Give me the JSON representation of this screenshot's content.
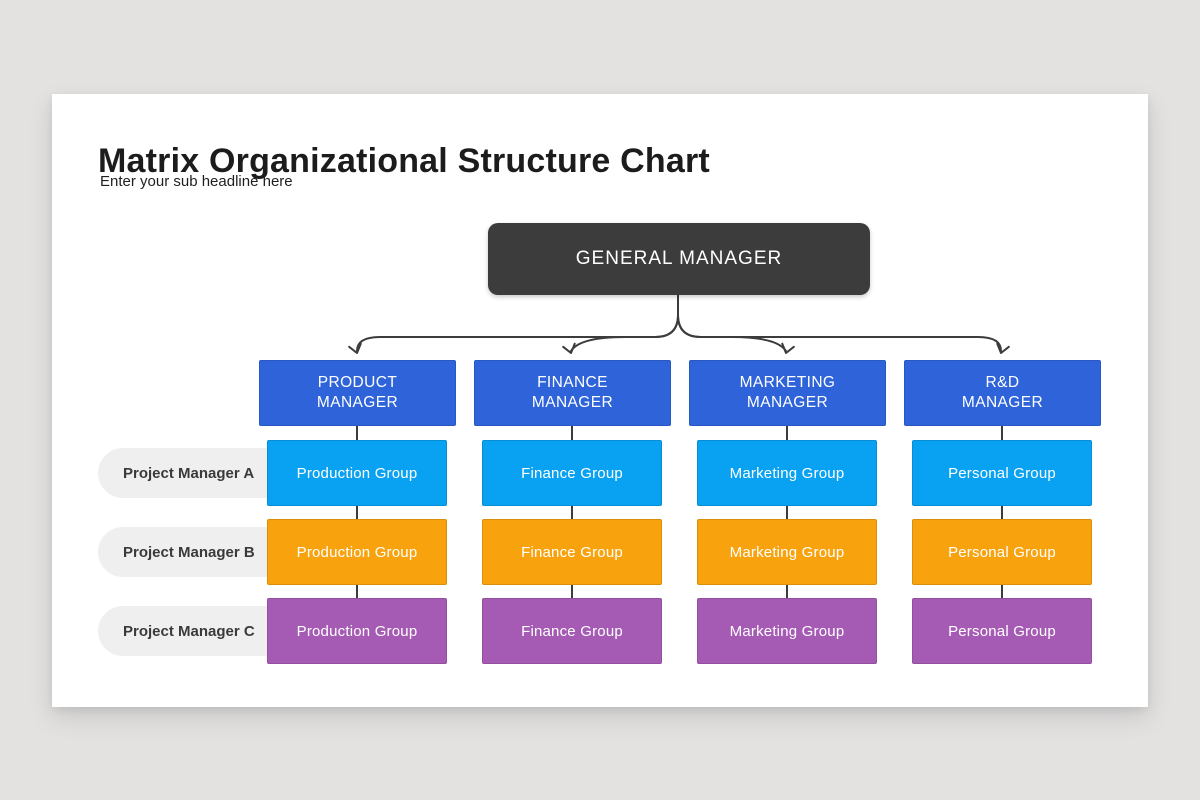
{
  "slide": {
    "title": "Matrix Organizational Structure Chart",
    "subtitle": "Enter your sub headline here"
  },
  "org_chart": {
    "root": {
      "label": "GENERAL MANAGER"
    },
    "row_labels": [
      "Project Manager A",
      "Project Manager B",
      "Project Manager C"
    ],
    "columns": [
      {
        "manager": "PRODUCT\nMANAGER",
        "groups": [
          "Production Group",
          "Production Group",
          "Production Group"
        ]
      },
      {
        "manager": "FINANCE\nMANAGER",
        "groups": [
          "Finance Group",
          "Finance Group",
          "Finance Group"
        ]
      },
      {
        "manager": "MARKETING\nMANAGER",
        "groups": [
          "Marketing Group",
          "Marketing Group",
          "Marketing Group"
        ]
      },
      {
        "manager": "R&D\nMANAGER",
        "groups": [
          "Personal Group",
          "Personal Group",
          "Personal Group"
        ]
      }
    ],
    "colors": {
      "root_bg": "#3d3c3c",
      "manager_bg": "#2e63da",
      "project_row_a_bg": "#09a1f2",
      "project_row_b_bg": "#f8a30d",
      "project_row_c_bg": "#a55ab4",
      "row_label_bg": "#f0efef",
      "connector": "#3c3c3c"
    }
  }
}
